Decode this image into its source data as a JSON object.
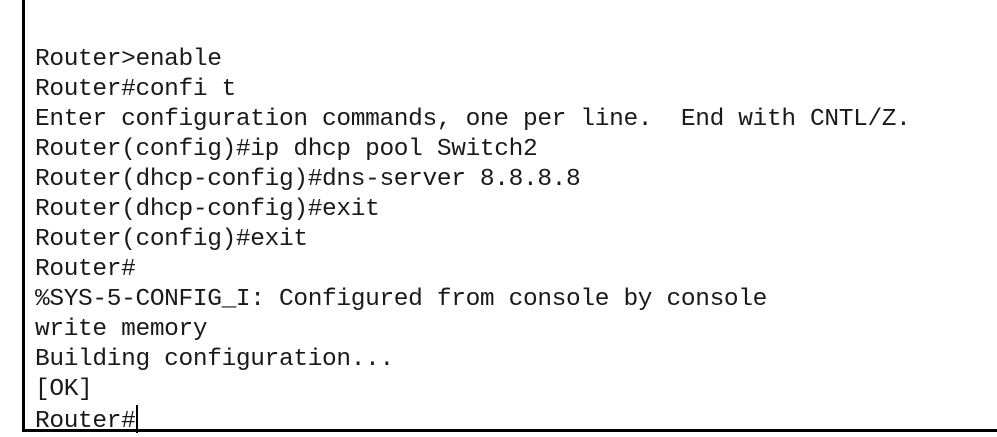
{
  "terminal": {
    "lines": [
      "Router>enable",
      "Router#confi t",
      "Enter configuration commands, one per line.  End with CNTL/Z.",
      "Router(config)#ip dhcp pool Switch2",
      "Router(dhcp-config)#dns-server 8.8.8.8",
      "Router(dhcp-config)#exit",
      "Router(config)#exit",
      "Router#",
      "%SYS-5-CONFIG_I: Configured from console by console",
      "write memory",
      "Building configuration...",
      "[OK]",
      "Router#"
    ]
  }
}
